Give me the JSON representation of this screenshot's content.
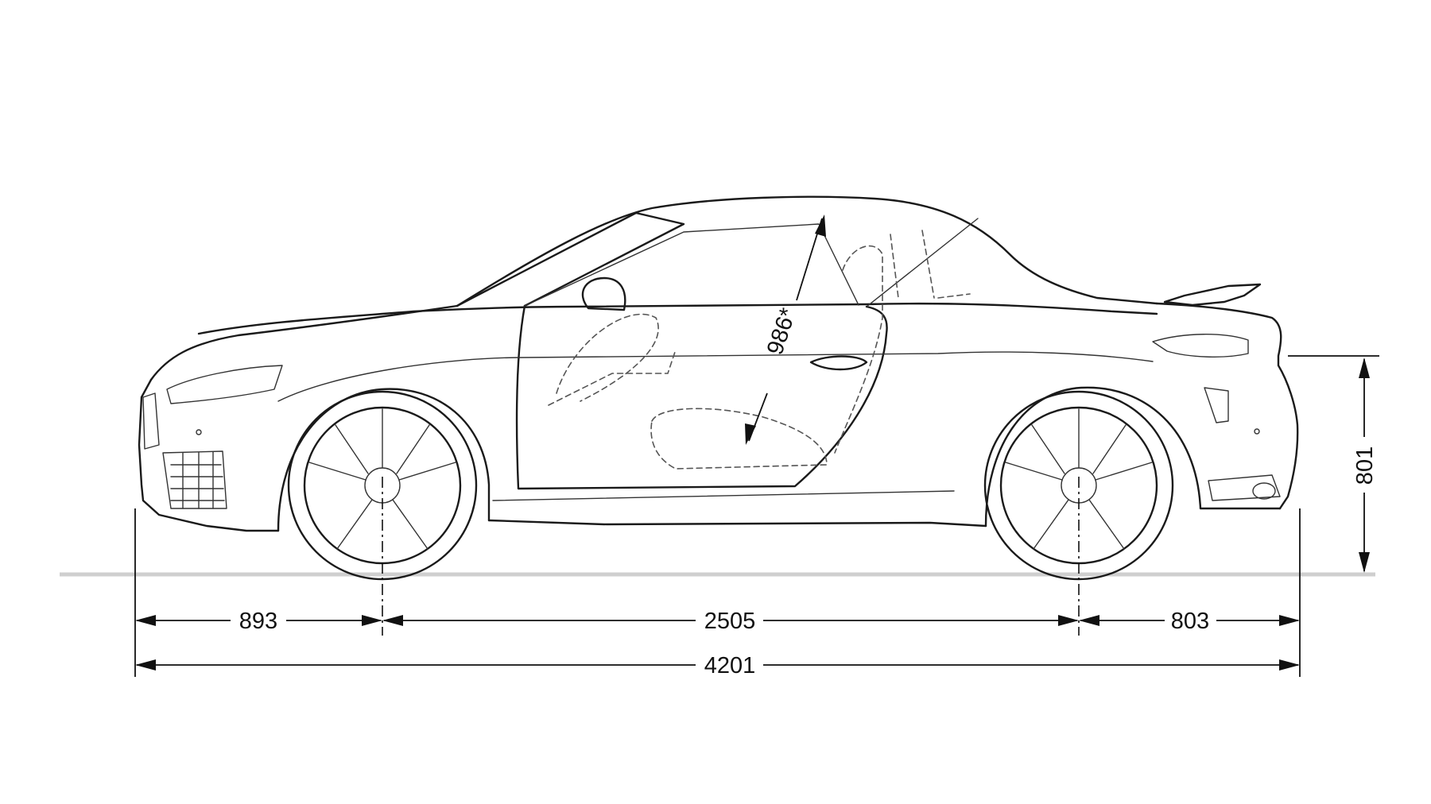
{
  "diagram": {
    "subject": "side elevation of roadster with soft top",
    "dimensions": {
      "front_overhang": "893",
      "wheelbase": "2505",
      "rear_overhang": "803",
      "overall_length": "4201",
      "height": "801",
      "seat_to_roof": "986*"
    },
    "colors": {
      "line": "#1a1a1a",
      "ground": "#cfcfcf",
      "background": "#ffffff"
    }
  }
}
